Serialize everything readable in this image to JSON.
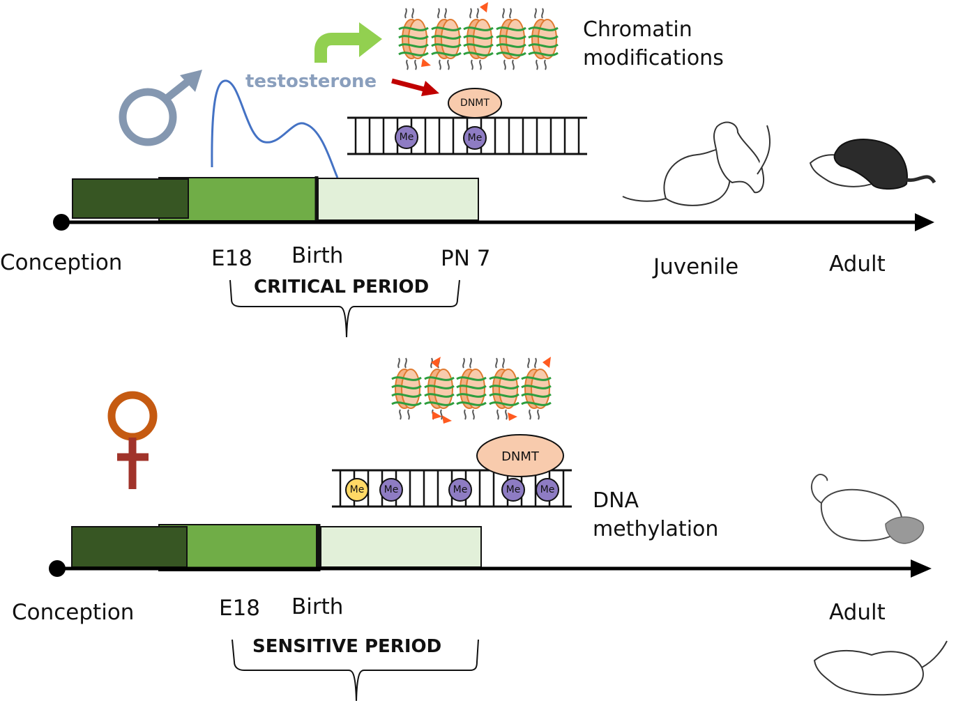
{
  "colors": {
    "dark_green": "#375623",
    "mid_green": "#70ad47",
    "light_green": "#e2f0d9",
    "male_symbol": "#8497b0",
    "testosterone_curve": "#4472c4",
    "female_symbol_ring": "#c55a11",
    "female_symbol_cross": "#a0332a",
    "dnmt_fill": "#f8cbad",
    "methyl_purple": "#8e7cc3",
    "methyl_yellow": "#ffd966",
    "green_arrow": "#92d050",
    "red_arrow": "#c00000",
    "histone_orange": "#f4b183",
    "histone_mark": "#ff5a1f"
  },
  "male": {
    "symbol_icon": "male-symbol-icon",
    "hormone_label": "testosterone",
    "timeline": {
      "conception": "Conception",
      "e18": "E18",
      "birth": "Birth",
      "pn7": "PN 7",
      "juvenile": "Juvenile",
      "adult": "Adult"
    },
    "period_label": "CRITICAL PERIOD",
    "chromatin_label_line1": "Chromatin",
    "chromatin_label_line2": "modifications",
    "dnmt_label": "DNMT",
    "methyl_label": "Me"
  },
  "female": {
    "symbol_icon": "female-symbol-icon",
    "timeline": {
      "conception": "Conception",
      "e18": "E18",
      "birth": "Birth",
      "adult": "Adult"
    },
    "period_label": "SENSITIVE PERIOD",
    "dna_label_line1": "DNA",
    "dna_label_line2": "methylation",
    "dnmt_label": "DNMT",
    "methyl_label": "Me"
  }
}
